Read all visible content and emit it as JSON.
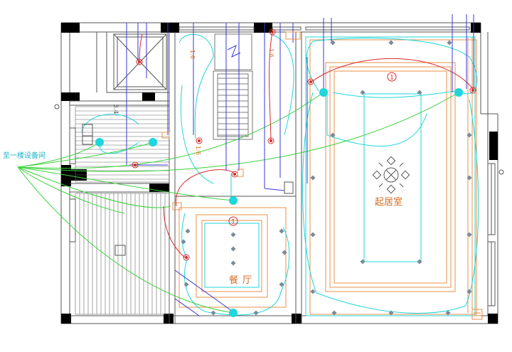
{
  "labels": {
    "living_room": "起居室",
    "dining_room": "餐厅",
    "equipment_room": "至一楼设备间",
    "circuit_marker_living": "1",
    "circuit_marker_dining": "1",
    "stair_dim_1": "1:6",
    "stair_dim_2": "1:6",
    "stair_dim_3": "1:6",
    "side_code": "3.4"
  },
  "colors": {
    "wall": "#000000",
    "wall_line": "#555555",
    "conduit_cyan": "#1fd6dc",
    "green_feed": "#3cd23c",
    "blue_drop": "#3a3ad6",
    "red_circuit": "#d62a2a",
    "orange_ceiling": "#e8904a",
    "text_orange": "#d86a20",
    "text_cyan": "#17b5c8"
  }
}
